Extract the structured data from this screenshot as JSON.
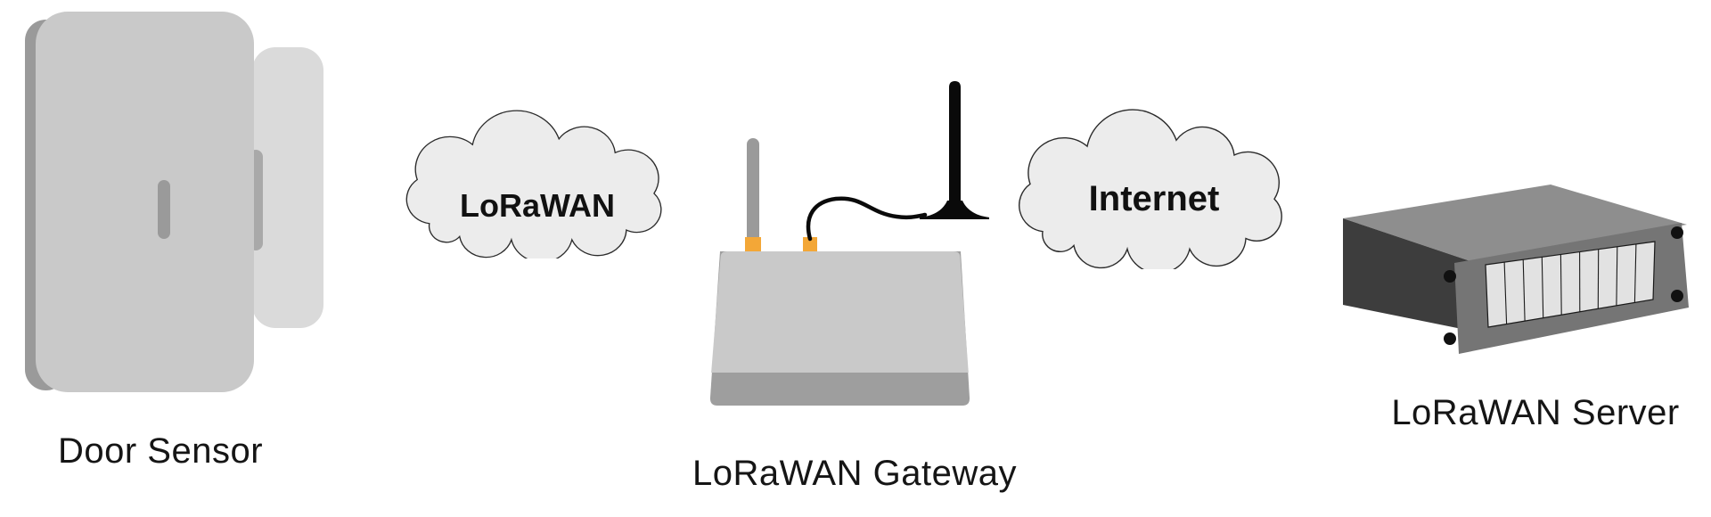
{
  "diagram_type": "lorawan-architecture",
  "nodes": [
    {
      "id": "door-sensor",
      "label": "Door Sensor",
      "icon": "door-sensor-icon"
    },
    {
      "id": "lorawan-cloud",
      "label": "LoRaWAN",
      "icon": "cloud-icon"
    },
    {
      "id": "lorawan-gateway",
      "label": "LoRaWAN Gateway",
      "icon": "gateway-icon"
    },
    {
      "id": "internet-cloud",
      "label": "Internet",
      "icon": "cloud-icon"
    },
    {
      "id": "lorawan-server",
      "label": "LoRaWAN Server",
      "icon": "server-rack-icon",
      "slat_count": 9
    }
  ],
  "colors": {
    "background": "#ffffff",
    "cloud_fill": "#ececec",
    "cloud_stroke": "#2b2b2b",
    "device_body_gray": "#c9c9c9",
    "device_mid_gray": "#9e9e9e",
    "device_dark_gray": "#9a9a9a",
    "back_plate_gray": "#dadada",
    "back_slot_gray": "#a9a9a9",
    "connector_orange": "#f3a737",
    "cable_black": "#0a0a0a",
    "server_top": "#8e8e8e",
    "server_side": "#3d3d3d",
    "server_front": "#757575",
    "server_slat": "#e2e2e2",
    "server_screw": "#111111",
    "label_color": "#151515"
  }
}
